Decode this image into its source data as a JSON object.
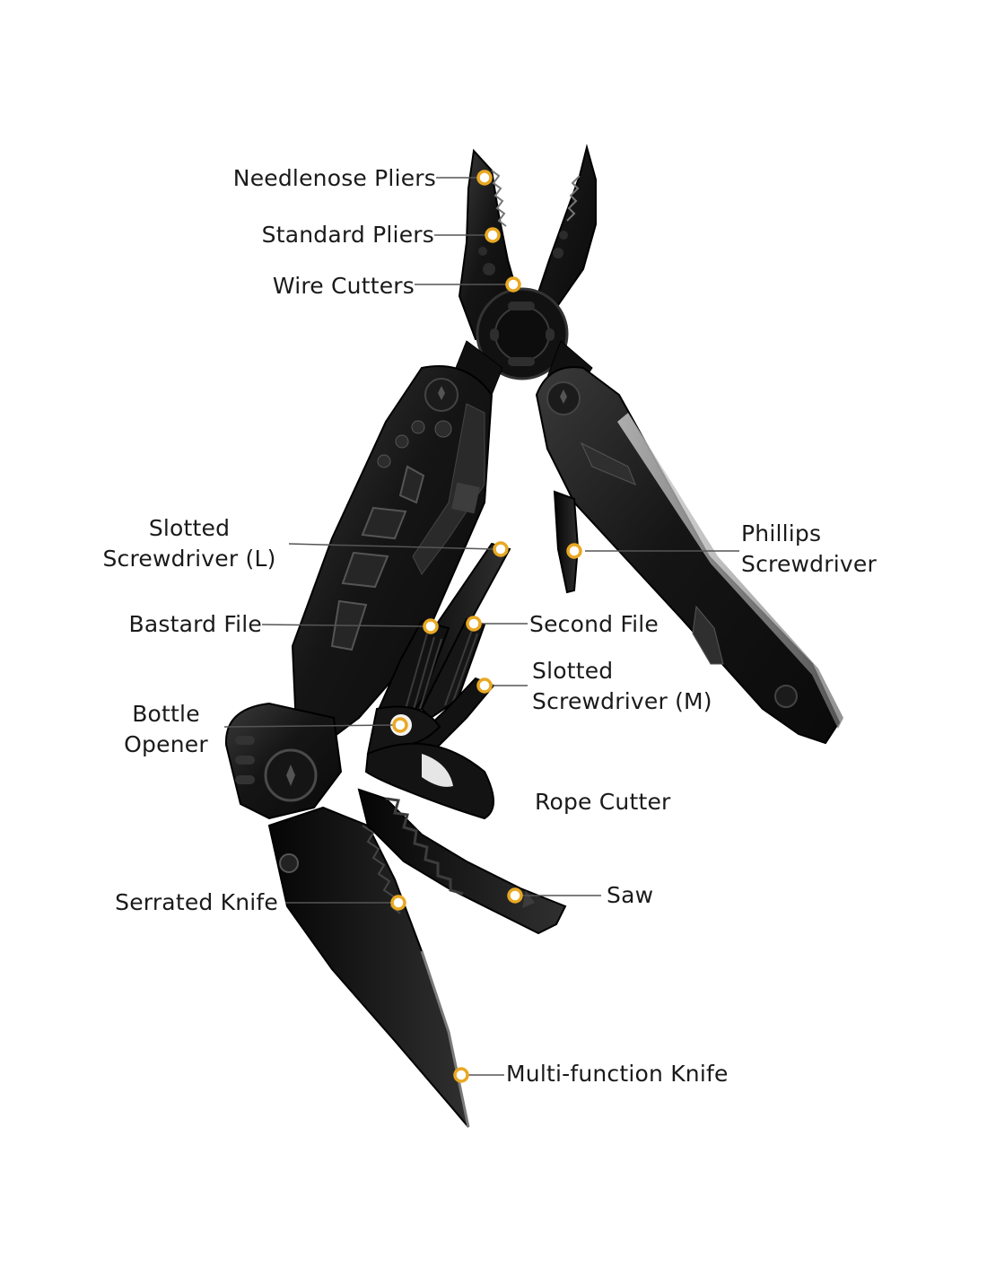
{
  "labels": {
    "needlenose_pliers": "Needlenose Pliers",
    "standard_pliers": "Standard Pliers",
    "wire_cutters": "Wire Cutters",
    "slotted_screwdriver_l": [
      "Slotted",
      "Screwdriver (L)"
    ],
    "phillips_screwdriver": [
      "Phillips",
      "Screwdriver"
    ],
    "bastard_file": "Bastard File",
    "second_file": "Second File",
    "slotted_screwdriver_m": [
      "Slotted",
      "Screwdriver (M)"
    ],
    "bottle_opener": [
      "Bottle",
      "Opener"
    ],
    "rope_cutter": "Rope Cutter",
    "serrated_knife": "Serrated Knife",
    "saw": "Saw",
    "multi_function_knife": "Multi-function Knife"
  },
  "colors": {
    "marker_ring": "#e9a823",
    "marker_fill": "#ffffff",
    "leader_line": "#555555",
    "tool_dark": "#141414",
    "tool_mid": "#262626",
    "tool_edge": "#9a9a9a",
    "text": "#1a1a1a"
  }
}
